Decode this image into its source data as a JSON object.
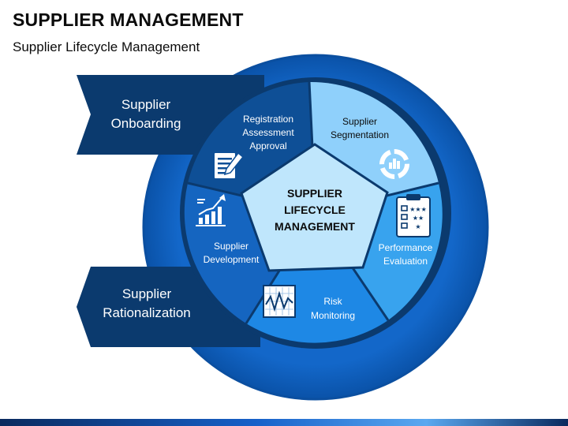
{
  "header": {
    "title": "SUPPLIER MANAGEMENT",
    "subtitle": "Supplier Lifecycle Management"
  },
  "banners": {
    "onboarding": [
      "Supplier",
      "Onboarding"
    ],
    "rationalization": [
      "Supplier",
      "Rationalization"
    ]
  },
  "center": {
    "lines": [
      "SUPPLIER",
      "LIFECYCLE",
      "MANAGEMENT"
    ]
  },
  "segments": {
    "registration": [
      "Registration",
      "Assessment",
      "Approval"
    ],
    "segmentation": [
      "Supplier",
      "Segmentation"
    ],
    "performance": [
      "Performance",
      "Evaluation"
    ],
    "risk": [
      "Risk",
      "Monitoring"
    ],
    "development": [
      "Supplier",
      "Development"
    ]
  },
  "colors": {
    "outer_ring": "#0d5fc0",
    "navy": "#0b3a6e",
    "segment_registration": "#0e4f96",
    "segment_segmentation": "#8fd0fb",
    "segment_performance": "#38a3ee",
    "segment_risk": "#1e88e5",
    "segment_development": "#1565c0",
    "center": "#bfe6fc"
  }
}
